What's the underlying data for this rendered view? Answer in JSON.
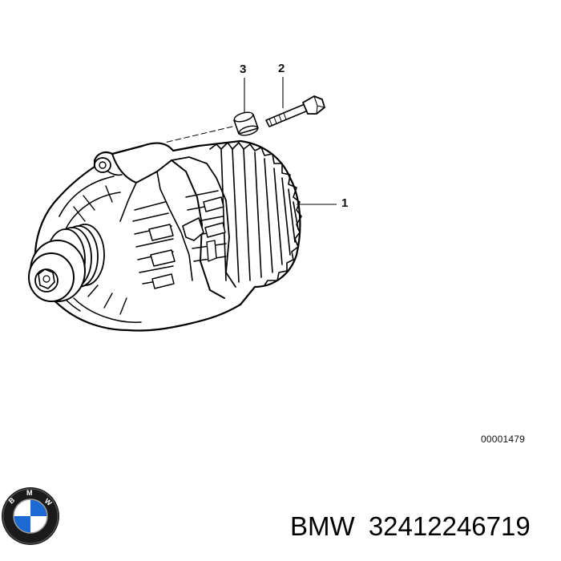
{
  "callouts": {
    "part_1": "1",
    "part_2": "2",
    "part_3": "3"
  },
  "diagram_code": "00001479",
  "caption": {
    "brand": "BMW",
    "part_number": "32412246719"
  },
  "logo": {
    "name": "bmw-roundel",
    "colors": {
      "ring": "#1a1a1a",
      "blue": "#1c69d4",
      "white": "#ffffff"
    }
  }
}
